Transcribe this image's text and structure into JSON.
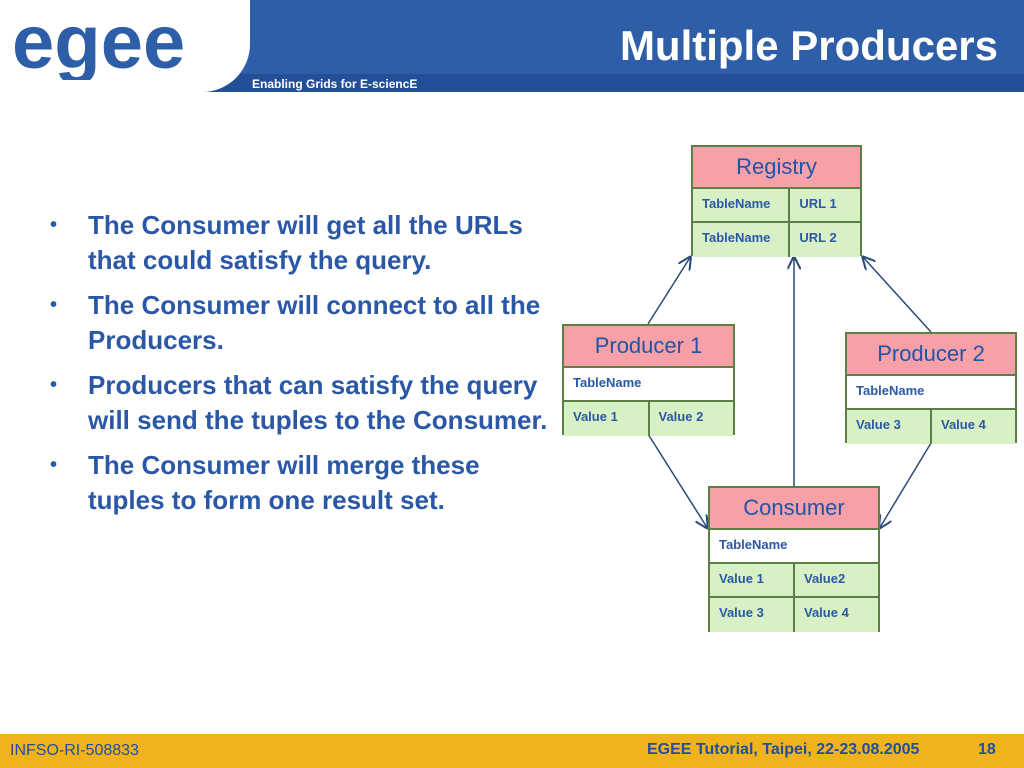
{
  "header": {
    "logo_text": "egee",
    "tagline": "Enabling Grids for E-sciencE",
    "title": "Multiple Producers"
  },
  "bullets": [
    "The Consumer will get all the URLs that could satisfy the query.",
    "The Consumer will connect to all the Producers.",
    "Producers that can satisfy the query will send the tuples to the Consumer.",
    "The Consumer will merge these tuples to form one result set."
  ],
  "registry": {
    "title": "Registry",
    "rows": [
      [
        "TableName",
        "URL 1"
      ],
      [
        "TableName",
        "URL 2"
      ]
    ]
  },
  "producer1": {
    "title": "Producer 1",
    "table_name": "TableName",
    "values": [
      "Value 1",
      "Value 2"
    ]
  },
  "producer2": {
    "title": "Producer 2",
    "table_name": "TableName",
    "values": [
      "Value 3",
      "Value 4"
    ]
  },
  "consumer": {
    "title": "Consumer",
    "table_name": "TableName",
    "rows": [
      [
        "Value 1",
        "Value2"
      ],
      [
        "Value 3",
        "Value 4"
      ]
    ]
  },
  "footer": {
    "project": "INFSO-RI-508833",
    "event": "EGEE Tutorial, Taipei, 22-23.08.2005",
    "page": "18"
  },
  "colors": {
    "header_blue": "#2f5ea8",
    "text_blue": "#2b58a6",
    "box_head_pink": "#f8a0a8",
    "cell_green": "#d7f1c5",
    "footer_gold": "#f1b31c"
  }
}
